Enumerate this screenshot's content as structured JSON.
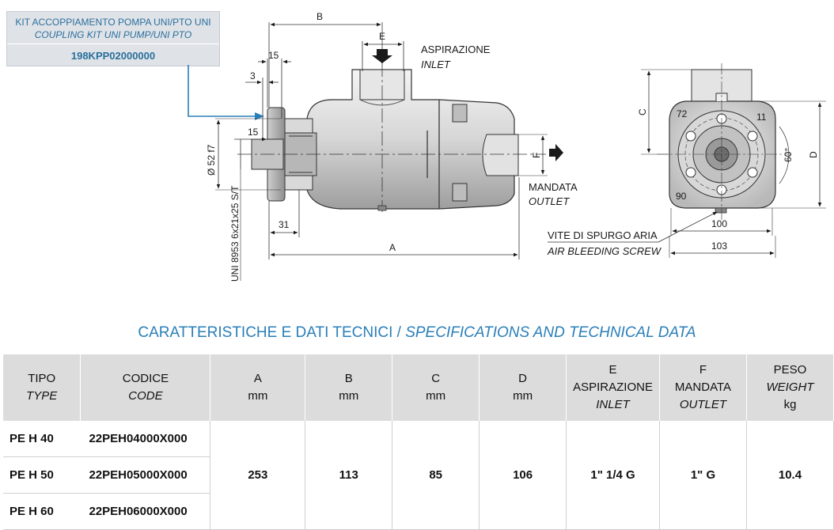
{
  "kit": {
    "title_it": "KIT ACCOPPIAMENTO POMPA UNI/PTO UNI",
    "title_en": "COUPLING KIT UNI PUMP/UNI PTO",
    "code": "198KPP02000000"
  },
  "drawing": {
    "dim_b": "B",
    "dim_e": "E",
    "dim_15_top": "15",
    "dim_3": "3",
    "dim_15_side": "15",
    "dim_52": "Ø 52 f7",
    "dim_uni": "UNI 8953 6x21x25 S/T",
    "dim_31": "31",
    "dim_a": "A",
    "dim_f": "F",
    "dim_c": "C",
    "dim_d": "D",
    "dim_72": "72",
    "dim_11": "11",
    "dim_60": "60°",
    "dim_90": "90",
    "dim_100": "100",
    "dim_103": "103",
    "inlet_it": "ASPIRAZIONE",
    "inlet_en": "INLET",
    "outlet_it": "MANDATA",
    "outlet_en": "OUTLET",
    "screw_it": "VITE DI SPURGO ARIA",
    "screw_en": "AIR BLEEDING SCREW"
  },
  "section": {
    "title_it": "CARATTERISTICHE E DATI TECNICI /",
    "title_en": "SPECIFICATIONS AND TECHNICAL DATA"
  },
  "table": {
    "headers": {
      "tipo_it": "TIPO",
      "tipo_en": "TYPE",
      "codice_it": "CODICE",
      "codice_en": "CODE",
      "a": "A",
      "b": "B",
      "c": "C",
      "d": "D",
      "unit": "mm",
      "e": "E",
      "e_it": "ASPIRAZIONE",
      "e_en": "INLET",
      "f": "F",
      "f_it": "MANDATA",
      "f_en": "OUTLET",
      "peso_it": "PESO",
      "peso_en": "WEIGHT",
      "peso_unit": "kg"
    },
    "rows": [
      {
        "tipo": "PE H 40",
        "codice": "22PEH04000X000"
      },
      {
        "tipo": "PE H 50",
        "codice": "22PEH05000X000"
      },
      {
        "tipo": "PE H 60",
        "codice": "22PEH06000X000"
      }
    ],
    "values": {
      "a": "253",
      "b": "113",
      "c": "85",
      "d": "106",
      "e": "1\" 1/4 G",
      "f": "1\" G",
      "peso": "10.4"
    }
  },
  "colors": {
    "accent": "#2a7fb8",
    "kit_text": "#2a6f9b",
    "header_bg": "#dcdcdc"
  }
}
